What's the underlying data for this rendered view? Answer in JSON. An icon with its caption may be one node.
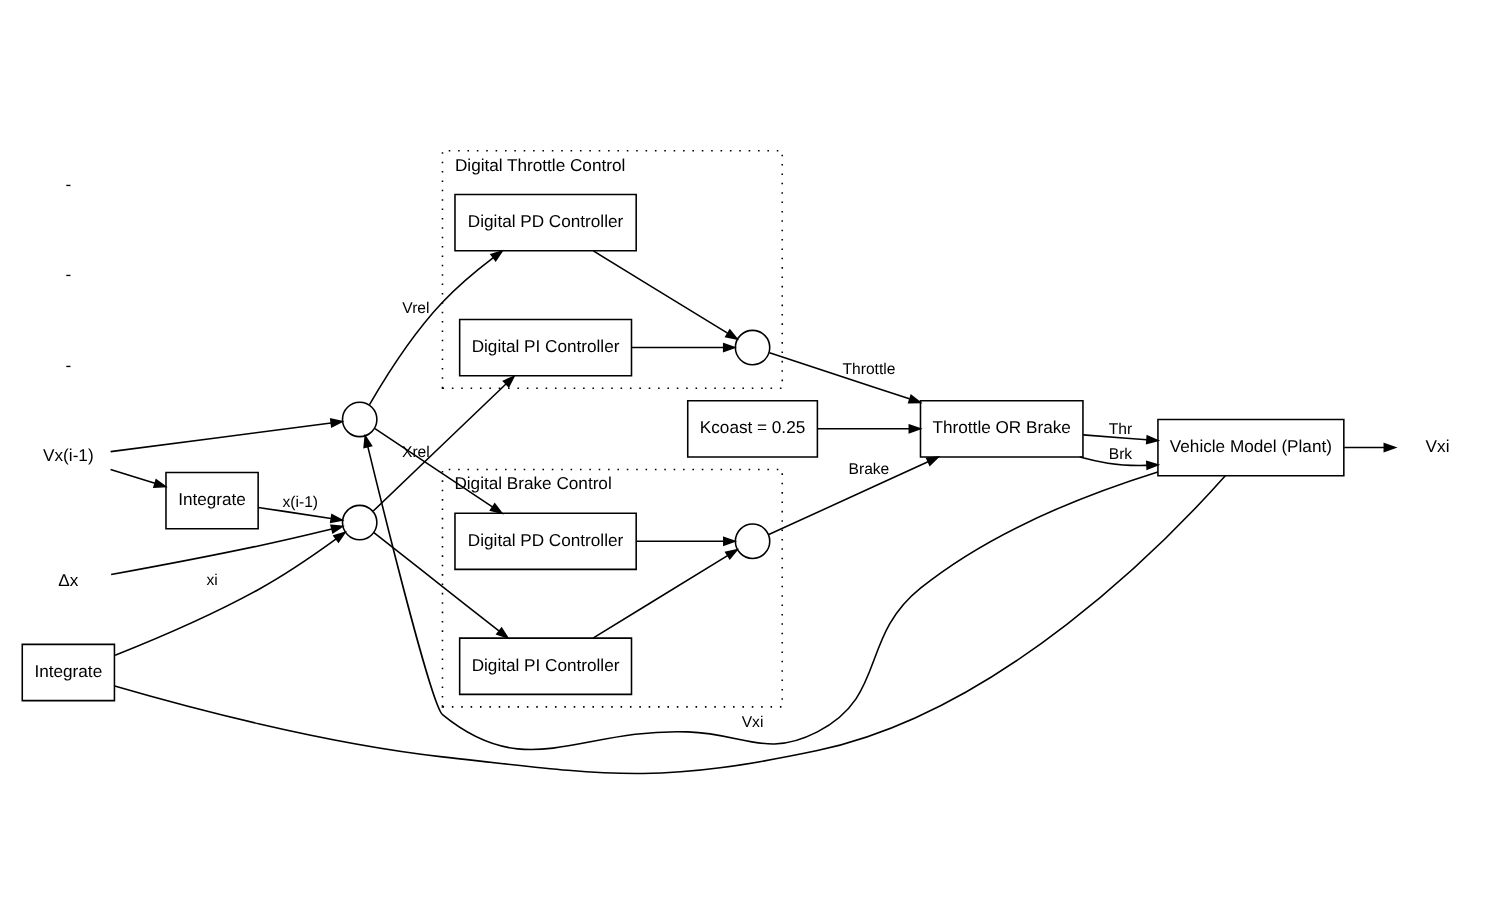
{
  "diagram": {
    "nodes": [
      {
        "text": [
          "Vx(i-1)"
        ]
      },
      {
        "text": [
          "Δx"
        ]
      },
      {
        "text": [
          "Integrate"
        ]
      },
      {
        "text": [],
        "shape": "circle"
      },
      {
        "text": [],
        "shape": "circle"
      },
      {
        "text": [
          "Digital Throttle Control"
        ]
      },
      {
        "text": [
          "Digital PD Controller"
        ],
        "in": 5
      },
      {
        "text": [
          "Digital PI Controller"
        ],
        "in": 5
      },
      {
        "text": [],
        "shape": "circle",
        "in": 5
      },
      {
        "text": [
          "Kcoast = 0.25"
        ]
      },
      {
        "text": [
          "Throttle OR Brake"
        ]
      },
      {
        "text": [
          "Vehicle Model (Plant)"
        ]
      },
      {
        "text": [
          "Vxi"
        ]
      },
      {
        "text": [
          "Integrate"
        ]
      },
      {
        "text": [
          "Digital Brake Control"
        ]
      },
      {
        "text": [
          "Digital PD Controller"
        ],
        "in": 14
      },
      {
        "text": [
          "Digital PI Controller"
        ],
        "in": 14
      },
      {
        "text": [],
        "shape": "circle",
        "in": 14
      }
    ],
    "edges": [
      {
        "from": 0,
        "to": 3,
        "arrow": "to"
      },
      {
        "from": 0,
        "to": 2,
        "arrow": "to"
      },
      {
        "from": 1,
        "to": 4,
        "arrow": "to"
      },
      {
        "from": 2,
        "to": 4,
        "arrow": "to",
        "label": "x(i-1)"
      },
      {
        "from": 11,
        "to": 3,
        "arrow": "to",
        "label": "Vxi"
      },
      {
        "from": 3,
        "to": 6,
        "arrow": "to",
        "label": "Vrel"
      },
      {
        "from": 3,
        "to": 15,
        "arrow": "to"
      },
      {
        "from": 4,
        "to": 7,
        "arrow": "to",
        "label": "Xrel"
      },
      {
        "from": 4,
        "to": 16,
        "arrow": "to"
      },
      {
        "from": 6,
        "to": 8,
        "arrow": "to"
      },
      {
        "from": 7,
        "to": 8,
        "arrow": "to"
      },
      {
        "from": 15,
        "to": 17,
        "arrow": "to"
      },
      {
        "from": 16,
        "to": 17,
        "arrow": "to"
      },
      {
        "from": 8,
        "to": 10,
        "arrow": "to",
        "label": "Throttle"
      },
      {
        "from": 17,
        "to": 10,
        "arrow": "to",
        "label": "Brake"
      },
      {
        "from": 9,
        "to": 10,
        "arrow": "to"
      },
      {
        "from": 10,
        "to": 11,
        "arrow": "to",
        "label": "Thr"
      },
      {
        "from": 10,
        "to": 11,
        "arrow": "to",
        "label": "Brk"
      },
      {
        "from": 11,
        "to": 12,
        "arrow": "to"
      },
      {
        "from": 11,
        "to": 13,
        "arrow": "none"
      },
      {
        "from": 13,
        "to": 4,
        "arrow": "to",
        "label": "xi"
      }
    ],
    "labels": [
      "-",
      "-",
      "-"
    ]
  }
}
